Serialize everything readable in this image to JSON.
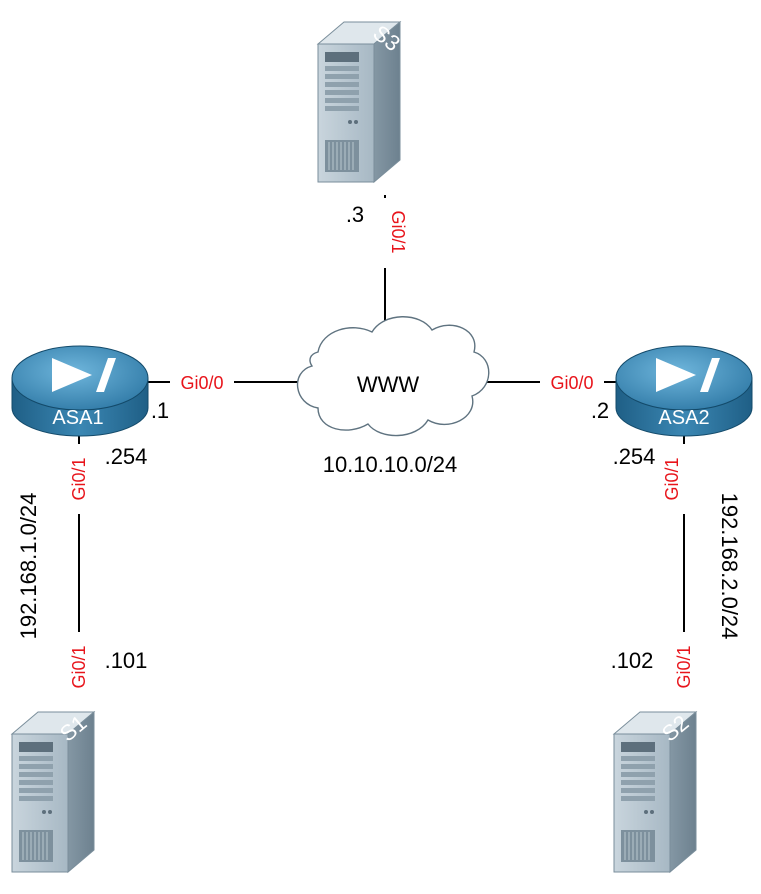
{
  "colors": {
    "interface_label": "#e8141b",
    "link": "#000000",
    "router_body": "#2a6f97",
    "router_top": "#3d8fb8",
    "server_body": "#9fb1bd",
    "server_dark": "#6f8391"
  },
  "cloud": {
    "label": "WWW",
    "subnet": "10.10.10.0/24",
    "icon": "cloud-icon"
  },
  "devices": {
    "s3": {
      "label": "S3",
      "icon": "server-icon",
      "ip": ".3",
      "interface": "Gi0/1"
    },
    "asa1": {
      "label": "ASA1",
      "icon": "firewall-router-icon",
      "wan_ip": ".1",
      "wan_interface": "Gi0/0",
      "lan_ip": ".254",
      "lan_interface": "Gi0/1",
      "lan_subnet": "192.168.1.0/24"
    },
    "asa2": {
      "label": "ASA2",
      "icon": "firewall-router-icon",
      "wan_ip": ".2",
      "wan_interface": "Gi0/0",
      "lan_ip": ".254",
      "lan_interface": "Gi0/1",
      "lan_subnet": "192.168.2.0/24"
    },
    "s1": {
      "label": "S1",
      "icon": "server-icon",
      "ip": ".101",
      "interface": "Gi0/1"
    },
    "s2": {
      "label": "S2",
      "icon": "server-icon",
      "ip": ".102",
      "interface": "Gi0/1"
    }
  }
}
